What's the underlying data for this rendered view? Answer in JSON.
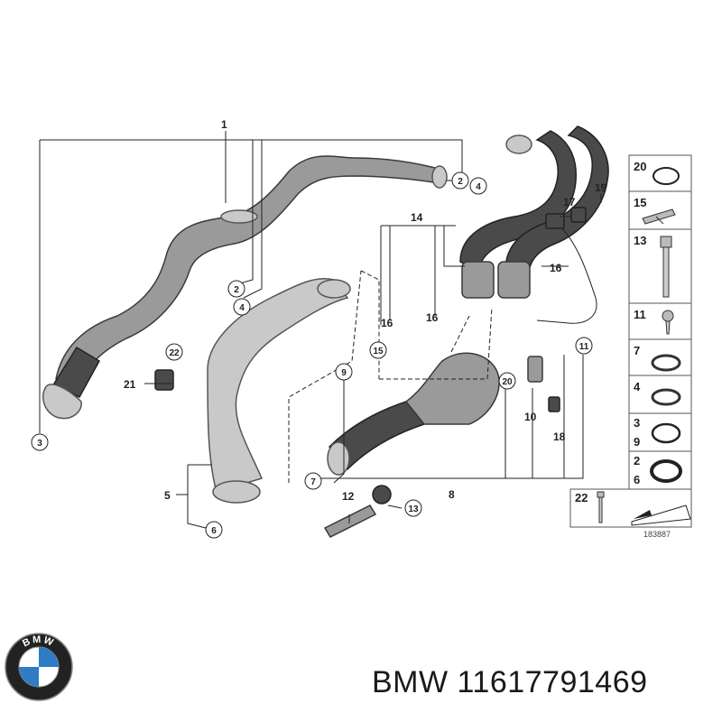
{
  "callouts": {
    "c1": "1",
    "c2a": "2",
    "c4a": "4",
    "c2b": "2",
    "c4b": "4",
    "c3": "3",
    "c22": "22",
    "c21": "21",
    "c5": "5",
    "c6": "6",
    "c14": "14",
    "c17": "17",
    "c19": "19",
    "c16a": "16",
    "c16b": "16",
    "c16c": "16",
    "c15": "15",
    "c9": "9",
    "c20": "20",
    "c11": "11",
    "c10": "10",
    "c18": "18",
    "c7": "7",
    "c8": "8",
    "c12": "12",
    "c13": "13"
  },
  "legend": {
    "r20": "20",
    "r15": "15",
    "r13": "13",
    "r11": "11",
    "r7": "7",
    "r4": "4",
    "r3": "3",
    "r9": "9",
    "r2": "2",
    "r6": "6",
    "r22": "22"
  },
  "diagram_ref": "183887",
  "brand_line": "BMW 11617791469",
  "logo_letters": "BMW",
  "colors": {
    "bmw_blue": "#2e7bc6",
    "pipe_gray": "#9a9a9a",
    "hose_dark": "#4a4a4a"
  }
}
